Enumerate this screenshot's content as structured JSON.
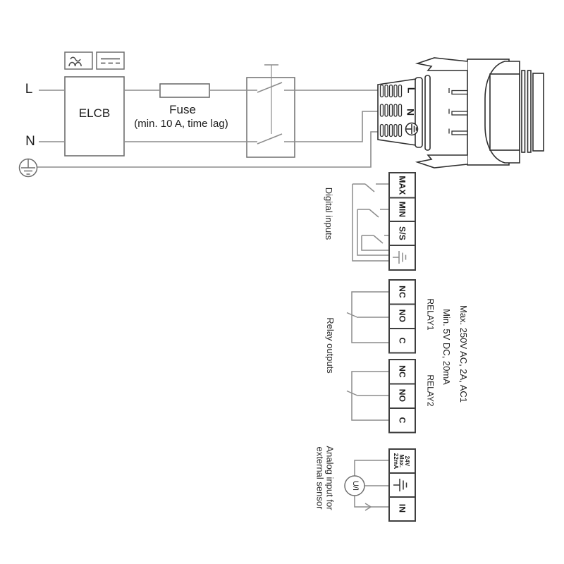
{
  "power": {
    "line_label": "L",
    "neutral_label": "N",
    "elcb_label": "ELCB",
    "fuse_label": "Fuse",
    "fuse_note": "(min. 10 A, time lag)"
  },
  "plug": {
    "line_label": "L",
    "neutral_label": "N"
  },
  "digital_inputs": {
    "title": "Digital inputs",
    "terminals": [
      "MAX",
      "MIN",
      "S/S"
    ]
  },
  "relay_outputs": {
    "title": "Relay outputs",
    "relays": [
      {
        "name": "RELAY1",
        "terminals": [
          "NC",
          "NO",
          "C"
        ]
      },
      {
        "name": "RELAY2",
        "terminals": [
          "NC",
          "NO",
          "C"
        ]
      }
    ],
    "rating_max": "Max. 250V AC, 2A, AC1",
    "rating_min": "Min. 5V DC, 20mA"
  },
  "analog_input": {
    "title_line1": "Analog input for",
    "title_line2": "external sensor",
    "supply_lines": [
      "24V",
      "Max.",
      "22mA"
    ],
    "in_label": "IN",
    "converter_label": "U/I"
  },
  "colors": {
    "wire": "#8c8c8c",
    "component_outline": "#6e6e6e",
    "terminal_block_border": "#3f3f3f",
    "plug_outline": "#2e2e2e",
    "text": "#1a1a1a",
    "background": "#ffffff"
  }
}
